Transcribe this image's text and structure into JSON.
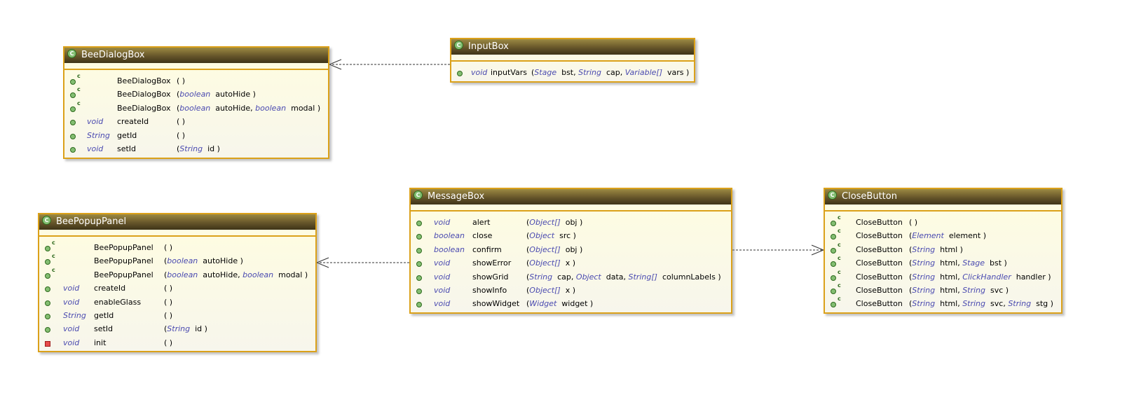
{
  "classes": [
    {
      "id": "BeeDialogBox",
      "name": "BeeDialogBox",
      "stereotype_icon": "C",
      "methods": [
        {
          "visibility": "public",
          "constructor": true,
          "return": "",
          "name": "BeeDialogBox",
          "params": []
        },
        {
          "visibility": "public",
          "constructor": true,
          "return": "",
          "name": "BeeDialogBox",
          "params": [
            {
              "type": "boolean",
              "name": "autoHide"
            }
          ]
        },
        {
          "visibility": "public",
          "constructor": true,
          "return": "",
          "name": "BeeDialogBox",
          "params": [
            {
              "type": "boolean",
              "name": "autoHide"
            },
            {
              "type": "boolean",
              "name": "modal"
            }
          ]
        },
        {
          "visibility": "public",
          "constructor": false,
          "return": "void",
          "name": "createId",
          "params": []
        },
        {
          "visibility": "public",
          "constructor": false,
          "return": "String",
          "name": "getId",
          "params": []
        },
        {
          "visibility": "public",
          "constructor": false,
          "return": "void",
          "name": "setId",
          "params": [
            {
              "type": "String",
              "name": "id"
            }
          ]
        }
      ]
    },
    {
      "id": "InputBox",
      "name": "InputBox",
      "stereotype_icon": "C",
      "methods": [
        {
          "visibility": "public",
          "constructor": false,
          "return": "void",
          "name": "inputVars",
          "params": [
            {
              "type": "Stage",
              "name": "bst"
            },
            {
              "type": "String",
              "name": "cap"
            },
            {
              "type": "Variable[]",
              "name": "vars"
            }
          ]
        }
      ]
    },
    {
      "id": "BeePopupPanel",
      "name": "BeePopupPanel",
      "stereotype_icon": "C",
      "methods": [
        {
          "visibility": "public",
          "constructor": true,
          "return": "",
          "name": "BeePopupPanel",
          "params": []
        },
        {
          "visibility": "public",
          "constructor": true,
          "return": "",
          "name": "BeePopupPanel",
          "params": [
            {
              "type": "boolean",
              "name": "autoHide"
            }
          ]
        },
        {
          "visibility": "public",
          "constructor": true,
          "return": "",
          "name": "BeePopupPanel",
          "params": [
            {
              "type": "boolean",
              "name": "autoHide"
            },
            {
              "type": "boolean",
              "name": "modal"
            }
          ]
        },
        {
          "visibility": "public",
          "constructor": false,
          "return": "void",
          "name": "createId",
          "params": []
        },
        {
          "visibility": "public",
          "constructor": false,
          "return": "void",
          "name": "enableGlass",
          "params": []
        },
        {
          "visibility": "public",
          "constructor": false,
          "return": "String",
          "name": "getId",
          "params": []
        },
        {
          "visibility": "public",
          "constructor": false,
          "return": "void",
          "name": "setId",
          "params": [
            {
              "type": "String",
              "name": "id"
            }
          ]
        },
        {
          "visibility": "private",
          "constructor": false,
          "return": "void",
          "name": "init",
          "params": []
        }
      ]
    },
    {
      "id": "MessageBox",
      "name": "MessageBox",
      "stereotype_icon": "C",
      "methods": [
        {
          "visibility": "public",
          "constructor": false,
          "return": "void",
          "name": "alert",
          "params": [
            {
              "type": "Object[]",
              "name": "obj"
            }
          ]
        },
        {
          "visibility": "public",
          "constructor": false,
          "return": "boolean",
          "name": "close",
          "params": [
            {
              "type": "Object",
              "name": "src"
            }
          ]
        },
        {
          "visibility": "public",
          "constructor": false,
          "return": "boolean",
          "name": "confirm",
          "params": [
            {
              "type": "Object[]",
              "name": "obj"
            }
          ]
        },
        {
          "visibility": "public",
          "constructor": false,
          "return": "void",
          "name": "showError",
          "params": [
            {
              "type": "Object[]",
              "name": "x"
            }
          ]
        },
        {
          "visibility": "public",
          "constructor": false,
          "return": "void",
          "name": "showGrid",
          "params": [
            {
              "type": "String",
              "name": "cap"
            },
            {
              "type": "Object",
              "name": "data"
            },
            {
              "type": "String[]",
              "name": "columnLabels"
            }
          ]
        },
        {
          "visibility": "public",
          "constructor": false,
          "return": "void",
          "name": "showInfo",
          "params": [
            {
              "type": "Object[]",
              "name": "x"
            }
          ]
        },
        {
          "visibility": "public",
          "constructor": false,
          "return": "void",
          "name": "showWidget",
          "params": [
            {
              "type": "Widget",
              "name": "widget"
            }
          ]
        }
      ]
    },
    {
      "id": "CloseButton",
      "name": "CloseButton",
      "stereotype_icon": "C",
      "methods": [
        {
          "visibility": "public",
          "constructor": true,
          "return": "",
          "name": "CloseButton",
          "params": []
        },
        {
          "visibility": "public",
          "constructor": true,
          "return": "",
          "name": "CloseButton",
          "params": [
            {
              "type": "Element",
              "name": "element"
            }
          ]
        },
        {
          "visibility": "public",
          "constructor": true,
          "return": "",
          "name": "CloseButton",
          "params": [
            {
              "type": "String",
              "name": "html"
            }
          ]
        },
        {
          "visibility": "public",
          "constructor": true,
          "return": "",
          "name": "CloseButton",
          "params": [
            {
              "type": "String",
              "name": "html"
            },
            {
              "type": "Stage",
              "name": "bst"
            }
          ]
        },
        {
          "visibility": "public",
          "constructor": true,
          "return": "",
          "name": "CloseButton",
          "params": [
            {
              "type": "String",
              "name": "html"
            },
            {
              "type": "ClickHandler",
              "name": "handler"
            }
          ]
        },
        {
          "visibility": "public",
          "constructor": true,
          "return": "",
          "name": "CloseButton",
          "params": [
            {
              "type": "String",
              "name": "html"
            },
            {
              "type": "String",
              "name": "svc"
            }
          ]
        },
        {
          "visibility": "public",
          "constructor": true,
          "return": "",
          "name": "CloseButton",
          "params": [
            {
              "type": "String",
              "name": "html"
            },
            {
              "type": "String",
              "name": "svc"
            },
            {
              "type": "String",
              "name": "stg"
            }
          ]
        }
      ]
    }
  ],
  "dependencies": [
    {
      "from": "InputBox",
      "to": "BeeDialogBox",
      "style": "dashed",
      "arrow": "open"
    },
    {
      "from": "MessageBox",
      "to": "BeePopupPanel",
      "style": "dashed",
      "arrow": "open"
    },
    {
      "from": "MessageBox",
      "to": "CloseButton",
      "style": "dashed",
      "arrow": "open"
    }
  ],
  "colors": {
    "border": "#dba11a",
    "header_top": "#9c8a42",
    "header_bottom": "#3e3418",
    "body": "#fffde0",
    "type_text": "#4a4ab0",
    "public_marker": "#84be72",
    "private_marker": "#e64b4b",
    "edge": "#333333"
  }
}
